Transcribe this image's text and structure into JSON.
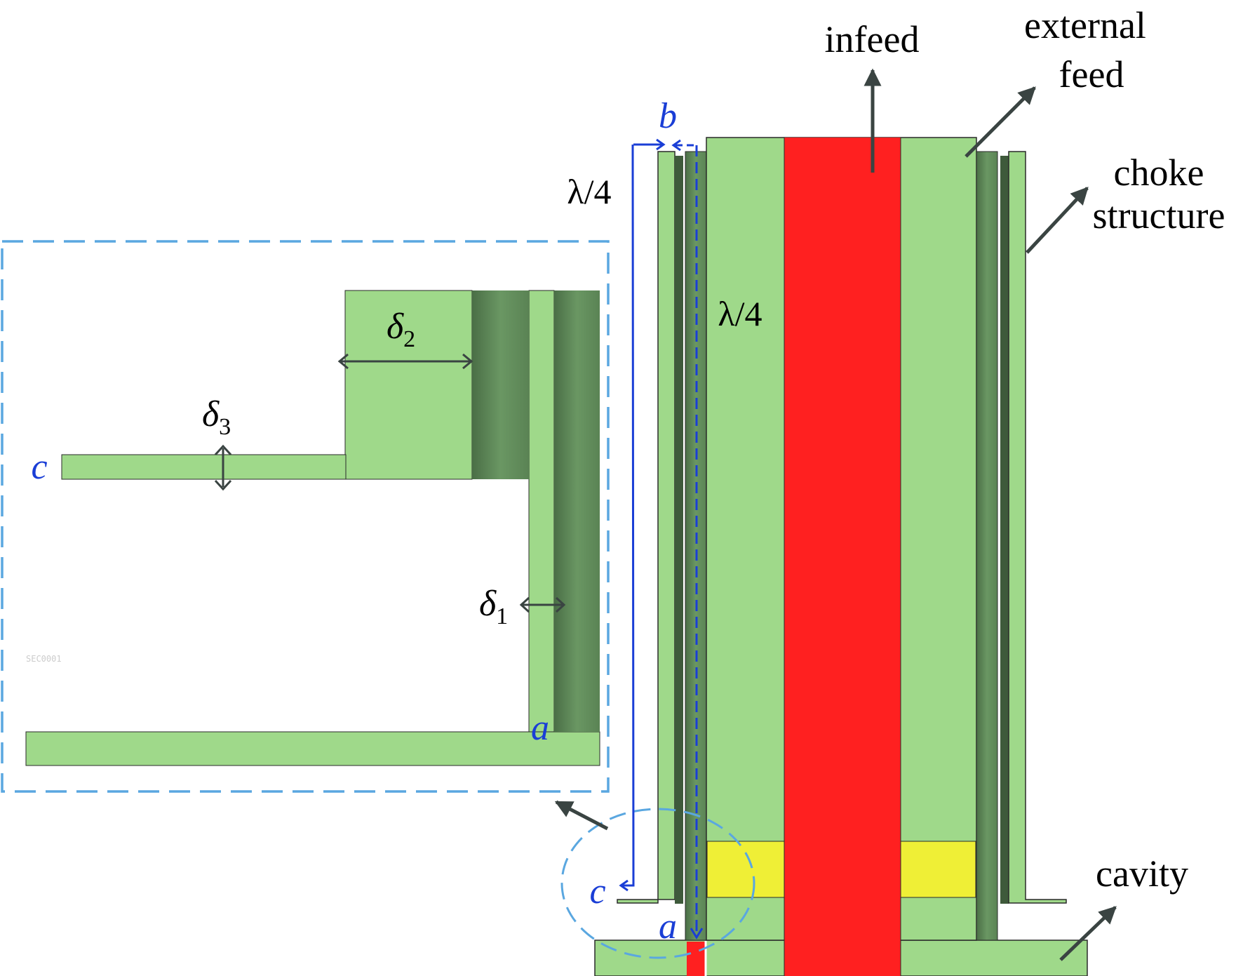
{
  "labels": {
    "infeed": "infeed",
    "external_feed_line1": "external",
    "external_feed_line2": "feed",
    "choke_line1": "choke",
    "choke_line2": "structure",
    "cavity": "cavity",
    "lambda_outer": "λ/4",
    "lambda_inner": "λ/4",
    "point_a": "a",
    "point_b": "b",
    "point_c": "c",
    "inset_a": "a",
    "inset_c": "c",
    "delta": "δ",
    "delta1_sub": "1",
    "delta2_sub": "2",
    "delta3_sub": "3",
    "inset_watermark": "SEC0001"
  },
  "colors": {
    "green_light": "#9fd98a",
    "green_dark": "#5f8a58",
    "green_darker": "#3e5a3b",
    "red": "#ff2020",
    "yellow": "#efef36",
    "dashed_blue": "#5aa7e0",
    "path_blue": "#1a3ed6",
    "arrow_gray": "#3a4442"
  }
}
